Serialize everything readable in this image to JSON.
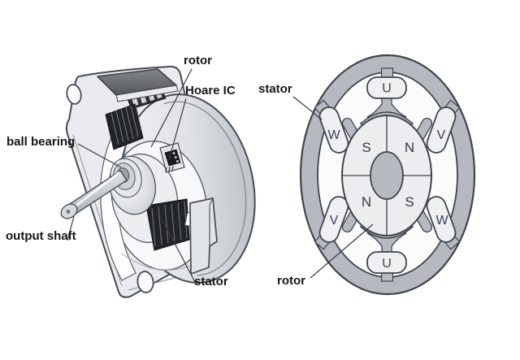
{
  "left_view": {
    "labels": {
      "rotor": "rotor",
      "hall_ic": "Hoare IC",
      "ball_bearing": "ball bearing",
      "output_shaft": "output shaft",
      "stator": "stator"
    }
  },
  "right_view": {
    "labels": {
      "stator": "stator",
      "rotor": "rotor"
    },
    "coils": {
      "top": "U",
      "upper_left": "W",
      "upper_right": "V",
      "lower_left": "V",
      "lower_right": "W",
      "bottom": "U"
    },
    "rotor_poles": {
      "upper_left": "S",
      "upper_right": "N",
      "lower_left": "N",
      "lower_right": "S"
    }
  },
  "colors": {
    "stator_ring_gray": "#b6bac0",
    "coil_fill": "#eef0f1",
    "winding_dark": "#222528",
    "phase_letter_blue": "#39405e",
    "phase_letter_u": "#553a46",
    "pole_letter": "#343845",
    "outline": "#4c5258",
    "label_text": "#161616"
  }
}
